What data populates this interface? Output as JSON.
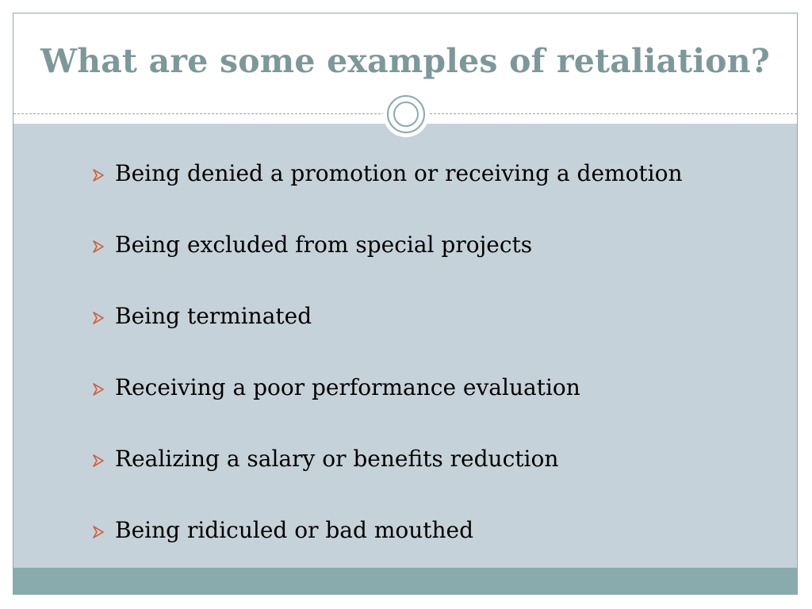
{
  "slide": {
    "title": "What are some examples of retaliation?",
    "bullets": [
      "Being denied a promotion or receiving a demotion",
      "Being excluded from special projects",
      "Being terminated",
      "Receiving a poor performance evaluation",
      "Realizing a salary or benefits reduction",
      "Being ridiculed or bad mouthed"
    ]
  },
  "colors": {
    "title": "#7d9899",
    "content_background": "#c6d2d9",
    "footer_bar": "#8aabad",
    "bullet_arrow": "#d0603a"
  },
  "icons": {
    "bullet": "arrow-bullet-icon",
    "ornament": "ring-ornament-icon"
  }
}
